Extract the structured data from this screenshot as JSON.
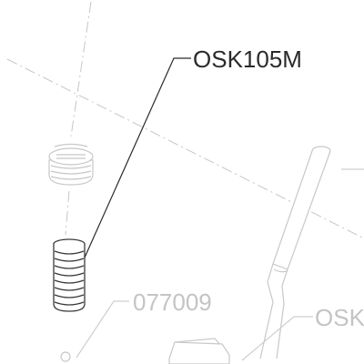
{
  "labels": {
    "primary": "OSK105M",
    "secondary": "077009",
    "partial": "OSK"
  },
  "colors": {
    "strong": "#2b2b2b",
    "faint": "#c4c4c4"
  }
}
